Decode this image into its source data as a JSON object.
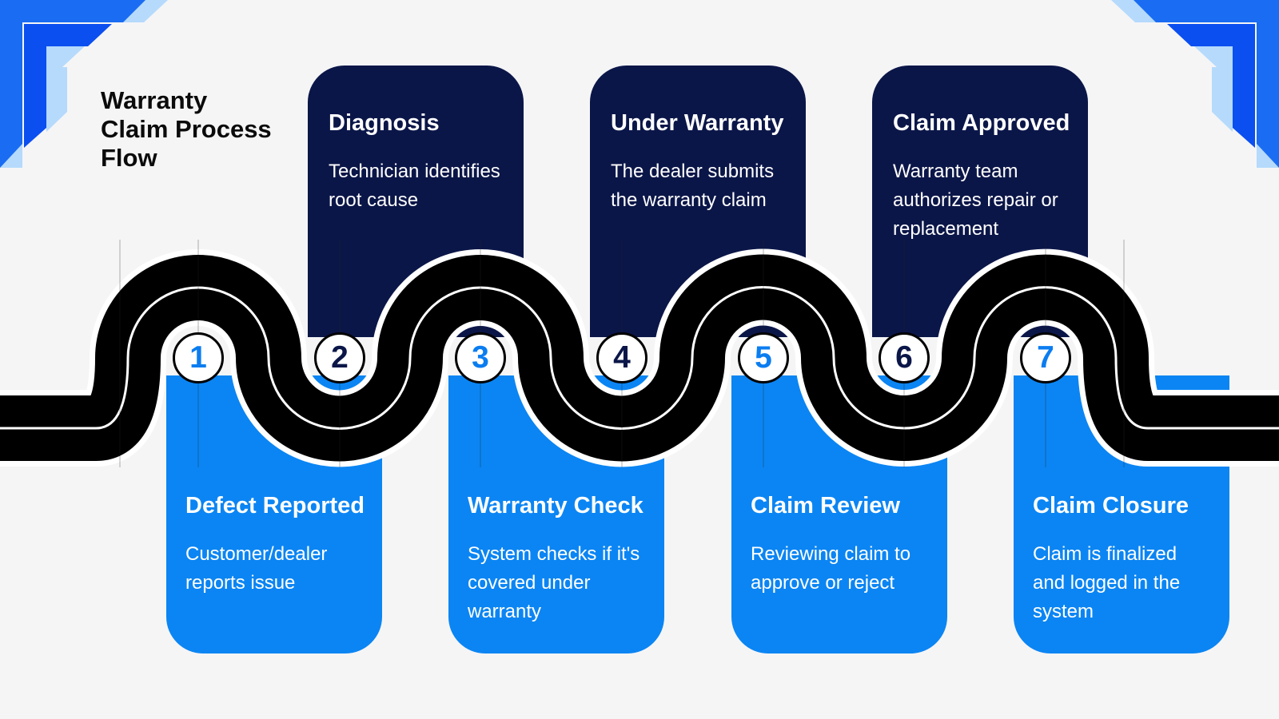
{
  "title": "Warranty\nClaim Process\nFlow",
  "colors": {
    "background": "#f5f5f6",
    "dark_card": "#0b1648",
    "light_card": "#0b85f3",
    "road": "#000000",
    "road_line": "#ffffff",
    "accent_blue": "#1a6cf2",
    "pale_blue": "#a9d3fb"
  },
  "steps": [
    {
      "number": "1",
      "title": "Defect Reported",
      "description": "Customer/dealer reports issue",
      "style": "light"
    },
    {
      "number": "2",
      "title": "Diagnosis",
      "description": "Technician identifies root cause",
      "style": "dark"
    },
    {
      "number": "3",
      "title": "Warranty Check",
      "description": "System checks if it's covered under warranty",
      "style": "light"
    },
    {
      "number": "4",
      "title": "Under Warranty",
      "description": "The dealer submits the warranty claim",
      "style": "dark"
    },
    {
      "number": "5",
      "title": "Claim Review",
      "description": "Reviewing claim to approve or reject",
      "style": "light"
    },
    {
      "number": "6",
      "title": "Claim Approved",
      "description": "Warranty team authorizes repair or replacement",
      "style": "dark"
    },
    {
      "number": "7",
      "title": "Claim Closure",
      "description": "Claim is finalized and logged in the system",
      "style": "light"
    }
  ]
}
